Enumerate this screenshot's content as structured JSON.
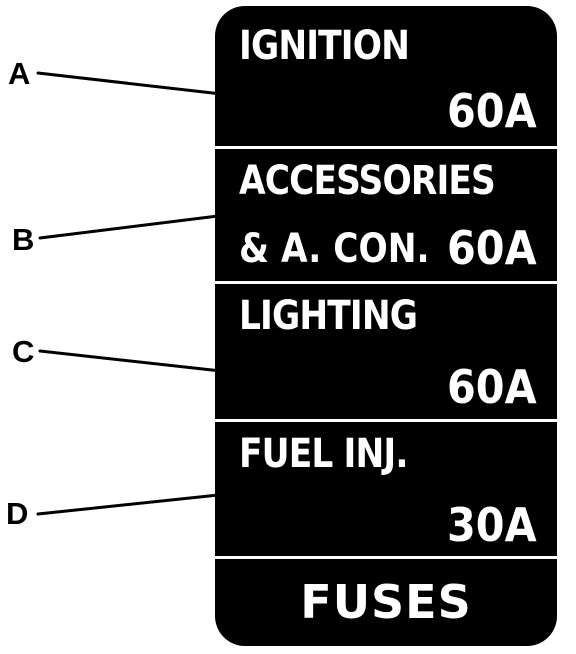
{
  "callouts": [
    {
      "letter": "A"
    },
    {
      "letter": "B"
    },
    {
      "letter": "C"
    },
    {
      "letter": "D"
    }
  ],
  "fuses": [
    {
      "name": "IGNITION",
      "name_line2": "",
      "rating": "60A"
    },
    {
      "name": "ACCESSORIES",
      "name_line2": "& A. CON.",
      "rating": "60A"
    },
    {
      "name": "LIGHTING",
      "name_line2": "",
      "rating": "60A"
    },
    {
      "name": "FUEL INJ.",
      "name_line2": "",
      "rating": "30A"
    }
  ],
  "footer": {
    "label": "FUSES"
  },
  "colors": {
    "panel": "#000000",
    "text": "#ffffff",
    "ink": "#000000"
  }
}
